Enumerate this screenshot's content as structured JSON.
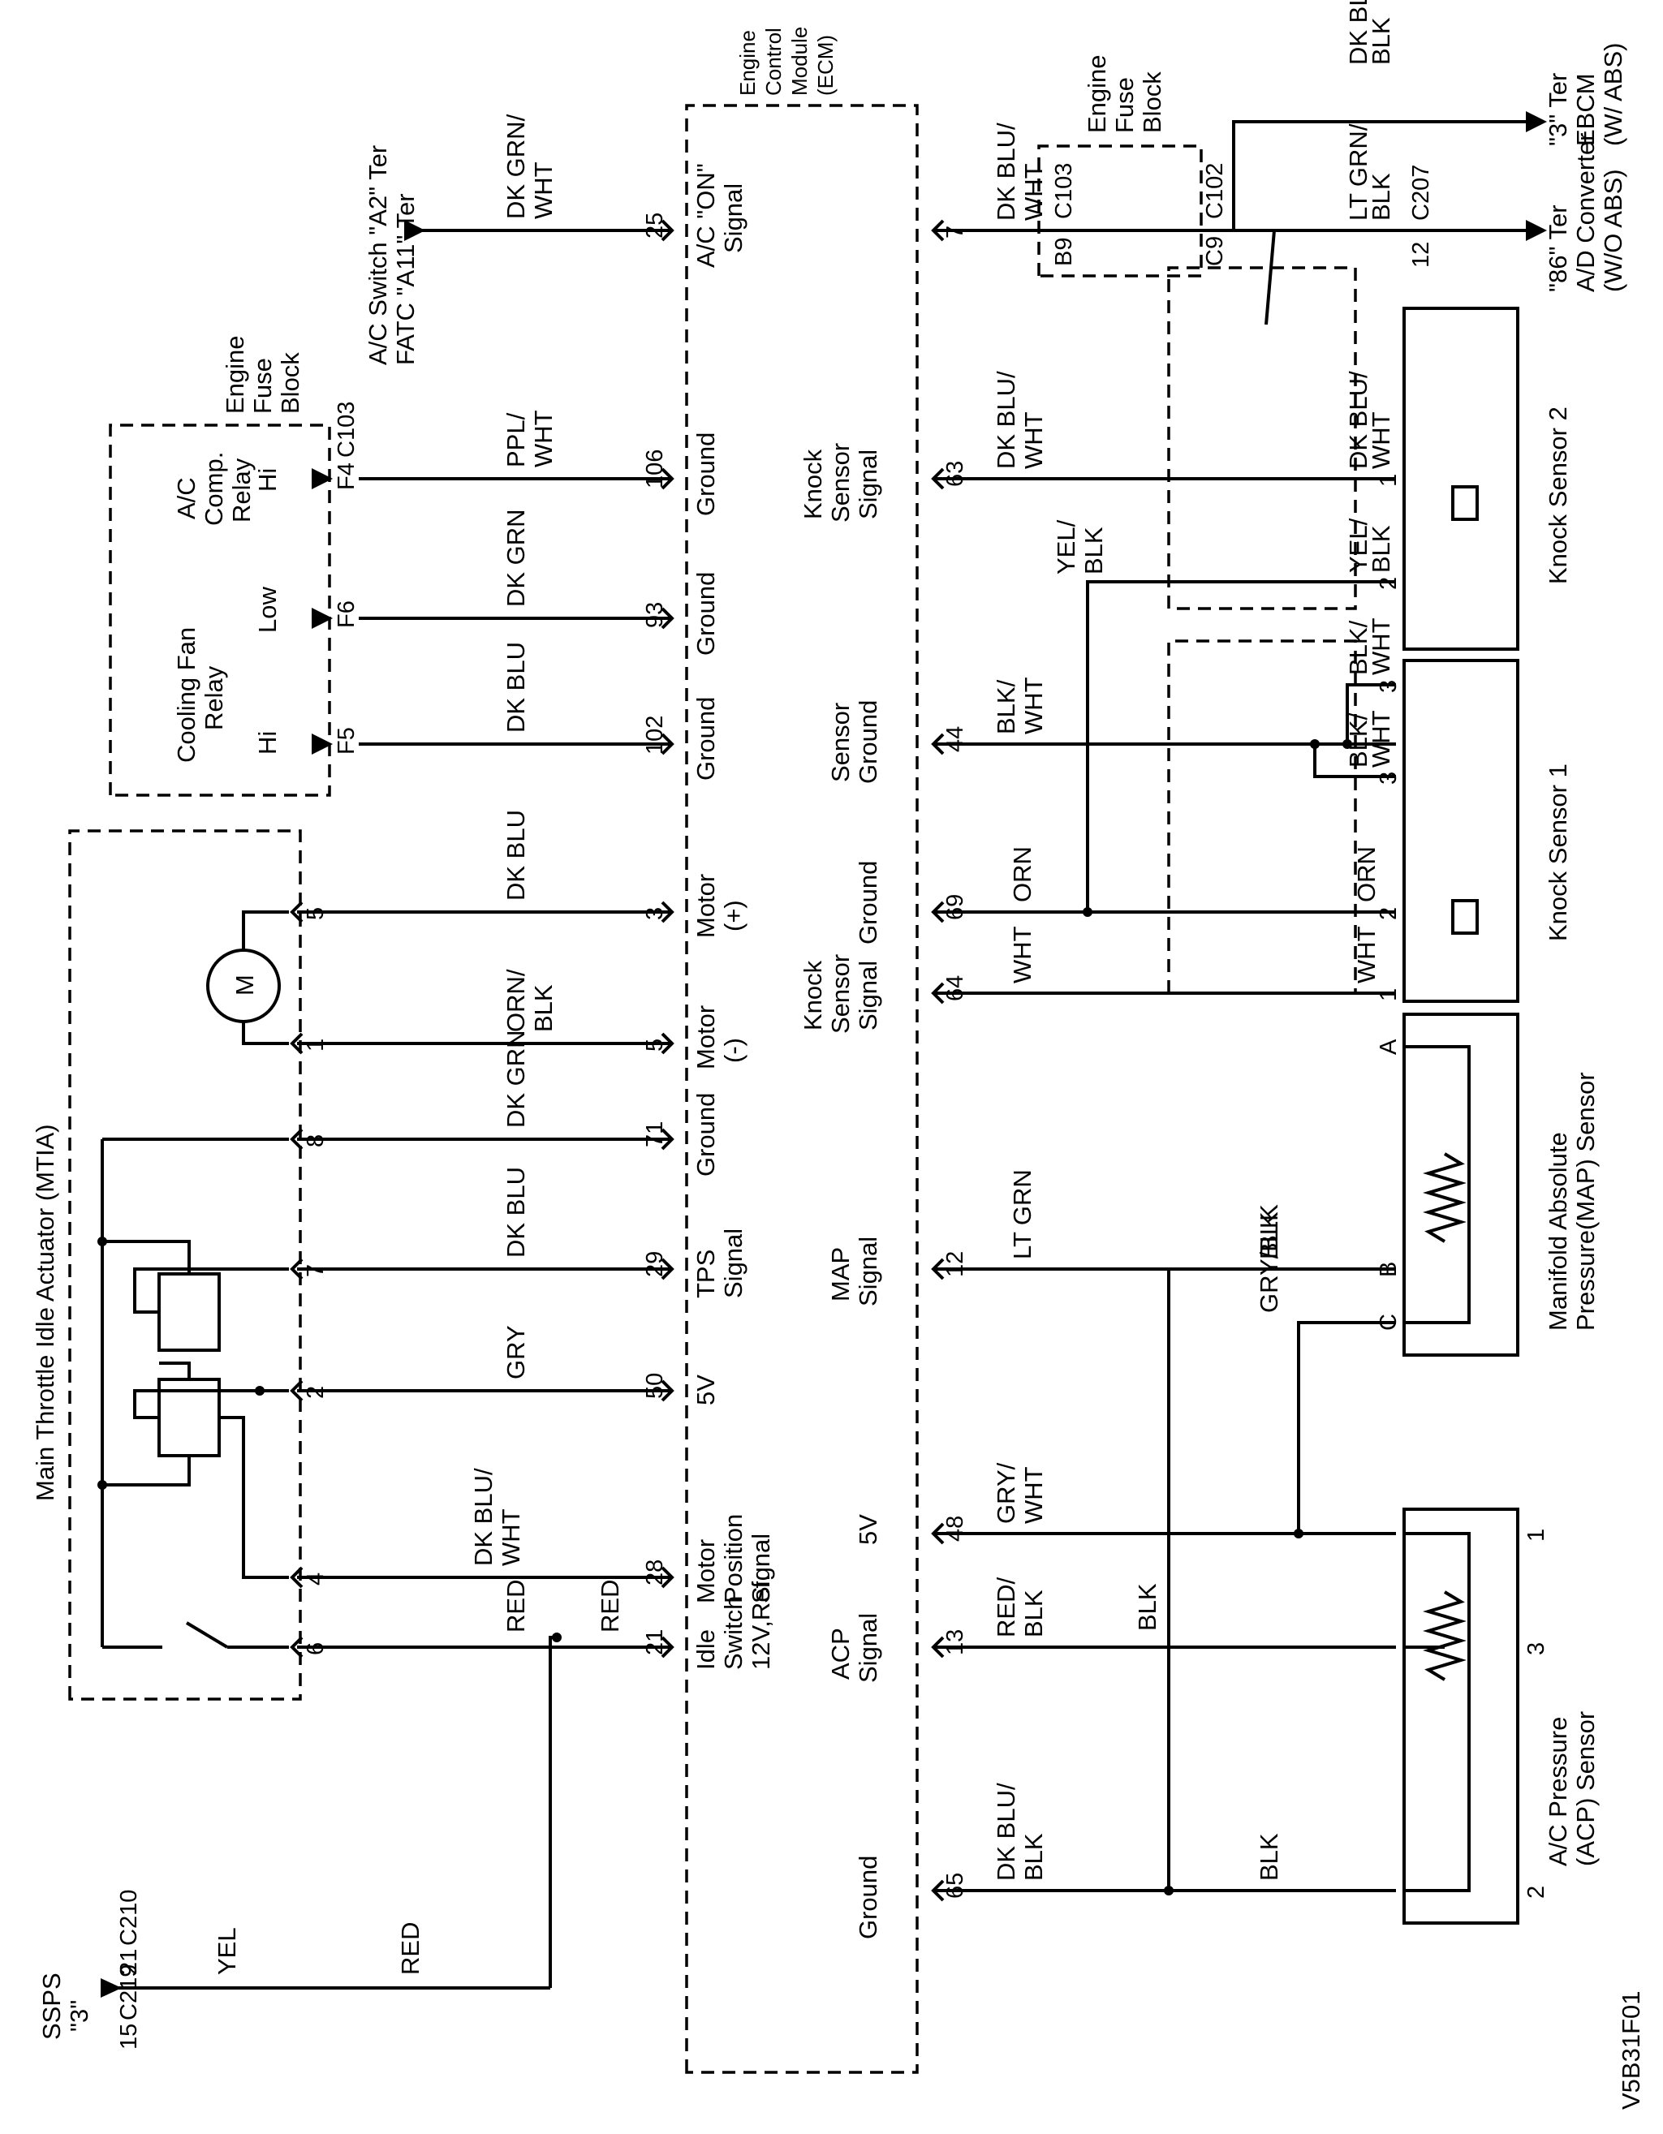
{
  "diagram_id": "V5B31F01",
  "ecm": {
    "title": [
      "Engine",
      "Control",
      "Module",
      "(ECM)"
    ]
  },
  "mtia": {
    "title": "Main Throttle Idle Actuator (MTIA)",
    "motor": "M"
  },
  "fuse_block_1": {
    "title": [
      "Engine",
      "Fuse",
      "Block"
    ],
    "relay_fan": [
      "Cooling Fan",
      "Relay"
    ],
    "relay_ac": [
      "A/C",
      "Comp.",
      "Relay"
    ],
    "hi": "Hi",
    "low": "Low"
  },
  "fuse_block_2": {
    "title": [
      "Engine",
      "Fuse",
      "Block"
    ]
  },
  "ac_switch": [
    "A/C Switch \"A2\" Ter",
    "FATC \"A11\" Ter"
  ],
  "ssps": [
    "SSPS",
    "\"3\""
  ],
  "ebcm": [
    "\"3\" Ter",
    "EBCM",
    "(W/ ABS)"
  ],
  "ad_conv": [
    "\"86\" Ter",
    "A/D Converter",
    "(W/O ABS)"
  ],
  "top_wires": [
    {
      "pin": "21",
      "sig": [
        "Idle",
        "Switch",
        "12V,Ref."
      ]
    },
    {
      "pin": "28",
      "sig": [
        "Motor",
        "Position",
        "Signal"
      ]
    },
    {
      "pin": "50",
      "sig": [
        "5V"
      ]
    },
    {
      "pin": "29",
      "sig": [
        "TPS",
        "Signal"
      ]
    },
    {
      "pin": "71",
      "sig": [
        "Ground"
      ]
    },
    {
      "pin": "5",
      "sig": [
        "Motor",
        "(-)"
      ]
    },
    {
      "pin": "3",
      "sig": [
        "Motor",
        "(+)"
      ]
    },
    {
      "pin": "102",
      "sig": [
        "Ground"
      ]
    },
    {
      "pin": "93",
      "sig": [
        "Ground"
      ]
    },
    {
      "pin": "106",
      "sig": [
        "Ground"
      ]
    },
    {
      "pin": "25",
      "sig": [
        "A/C \"ON\"",
        "Signal"
      ]
    }
  ],
  "mtia_pins": [
    "6",
    "4",
    "2",
    "7",
    "8",
    "1",
    "5"
  ],
  "fuse_pins": [
    "F5",
    "F6",
    "F4"
  ],
  "top_colors": [
    "RED",
    "RED",
    "DK BLU/",
    "WHT",
    "GRY",
    "DK BLU",
    "DK GRN",
    "ORN/",
    "BLK",
    "DK BLU",
    "DK BLU",
    "DK GRN",
    "PPL/",
    "WHT",
    "DK GRN/",
    "WHT",
    "YEL",
    "RED"
  ],
  "conns": [
    "C210",
    "C219",
    "C103",
    "C103",
    "C102",
    "C207"
  ],
  "ends": [
    "21",
    "15",
    "B9",
    "C9",
    "12"
  ],
  "bottom_wires": [
    {
      "pin": "65",
      "sig": [
        "Ground"
      ]
    },
    {
      "pin": "13",
      "sig": [
        "ACP",
        "Signal"
      ]
    },
    {
      "pin": "48",
      "sig": [
        "5V"
      ]
    },
    {
      "pin": "12",
      "sig": [
        "MAP",
        "Signal"
      ]
    },
    {
      "pin": "64",
      "sig": [
        "Knock",
        "Sensor",
        "Signal"
      ]
    },
    {
      "pin": "69",
      "sig": [
        "Ground"
      ]
    },
    {
      "pin": "44",
      "sig": [
        "Sensor",
        "Ground"
      ]
    },
    {
      "pin": "63",
      "sig": [
        "Knock",
        "Sensor",
        "Signal"
      ]
    },
    {
      "pin": "7",
      "sig": []
    }
  ],
  "bottom_colors": [
    "DK BLU/",
    "BLK",
    "RED/",
    "BLK",
    "GRY/",
    "WHT",
    "LT GRN",
    "WHT",
    "ORN",
    "BLK/",
    "WHT",
    "DK BLU/",
    "WHT",
    "DK BLU/",
    "WHT",
    "BLK",
    "BLK",
    "GRY/BLK",
    "BLK",
    "WHT",
    "ORN",
    "BLK/",
    "WHT",
    "BLK/",
    "WHT",
    "YEL/",
    "BLK",
    "YEL/",
    "BLK",
    "DK BLU/",
    "WHT",
    "LT GRN/",
    "BLK",
    "DK BLU/",
    "BLK"
  ],
  "sensors": {
    "acp": [
      "A/C Pressure",
      "(ACP) Sensor"
    ],
    "map": [
      "Manifold Absolute",
      "Pressure(MAP) Sensor"
    ],
    "ks1": "Knock Sensor 1",
    "ks2": "Knock Sensor 2"
  },
  "sensor_pins": [
    "2",
    "3",
    "1",
    "C",
    "B",
    "A",
    "1",
    "2",
    "3",
    "3",
    "2",
    "1"
  ]
}
